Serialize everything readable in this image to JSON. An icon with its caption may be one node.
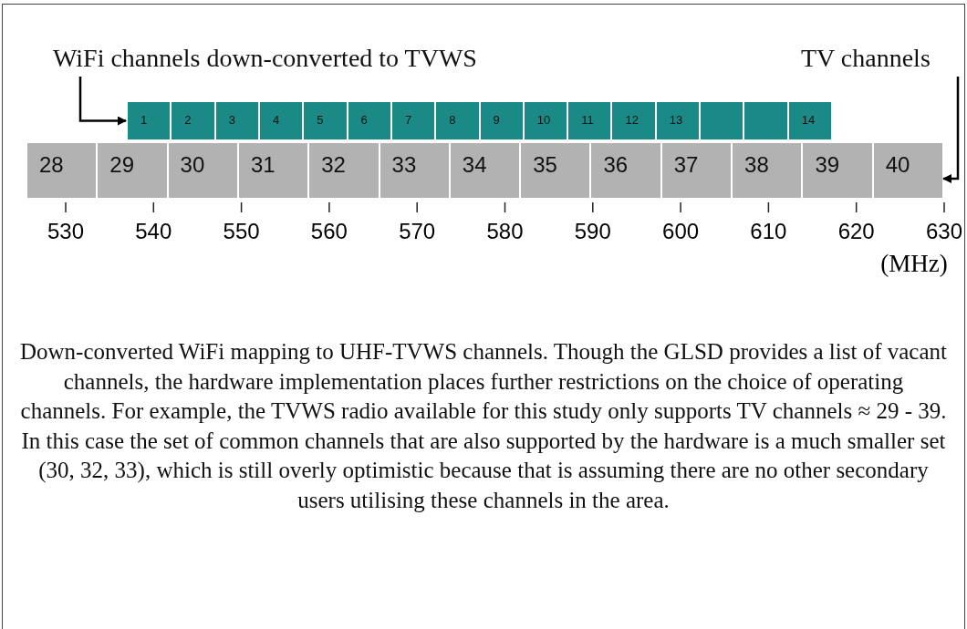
{
  "diagram": {
    "caption": "Down-converted WiFi mapping to UHF-TVWS channels. Though the GLSD provides a list of vacant channels, the hardware implementation places further restrictions on the choice of operating channels. For example, the TVWS radio available for this study only supports TV channels ≈ 29 - 39. In this case the set of common channels that are also supported by the hardware is a much smaller set (30, 32, 33), which is still overly optimistic because that is assuming there are no other secondary users utilising these channels in the area.",
    "nodes": [
      {
        "text": [
          "WiFi channels down-converted to TVWS"
        ]
      },
      {
        "text": [
          "TV channels"
        ]
      },
      {
        "text": [
          "1"
        ]
      },
      {
        "text": [
          "2"
        ]
      },
      {
        "text": [
          "3"
        ]
      },
      {
        "text": [
          "4"
        ]
      },
      {
        "text": [
          "5"
        ]
      },
      {
        "text": [
          "6"
        ]
      },
      {
        "text": [
          "7"
        ]
      },
      {
        "text": [
          "8"
        ]
      },
      {
        "text": [
          "9"
        ]
      },
      {
        "text": [
          "10"
        ]
      },
      {
        "text": [
          "11"
        ]
      },
      {
        "text": [
          "12"
        ]
      },
      {
        "text": [
          "13"
        ]
      },
      {
        "text": [],
        "shape": "box"
      },
      {
        "text": [],
        "shape": "box"
      },
      {
        "text": [
          "14"
        ]
      },
      {
        "text": [
          "28"
        ]
      },
      {
        "text": [
          "29"
        ]
      },
      {
        "text": [
          "30"
        ]
      },
      {
        "text": [
          "31"
        ]
      },
      {
        "text": [
          "32"
        ]
      },
      {
        "text": [
          "33"
        ]
      },
      {
        "text": [
          "34"
        ]
      },
      {
        "text": [
          "35"
        ]
      },
      {
        "text": [
          "36"
        ]
      },
      {
        "text": [
          "37"
        ]
      },
      {
        "text": [
          "38"
        ]
      },
      {
        "text": [
          "39"
        ]
      },
      {
        "text": [
          "40"
        ]
      }
    ],
    "edges": [
      {
        "from": 0,
        "to": 2,
        "arrow": "to"
      },
      {
        "from": 1,
        "to": 30,
        "arrow": "to"
      }
    ],
    "labels": [
      "530",
      "540",
      "550",
      "560",
      "570",
      "580",
      "590",
      "600",
      "610",
      "620",
      "630",
      "(MHz)"
    ]
  }
}
